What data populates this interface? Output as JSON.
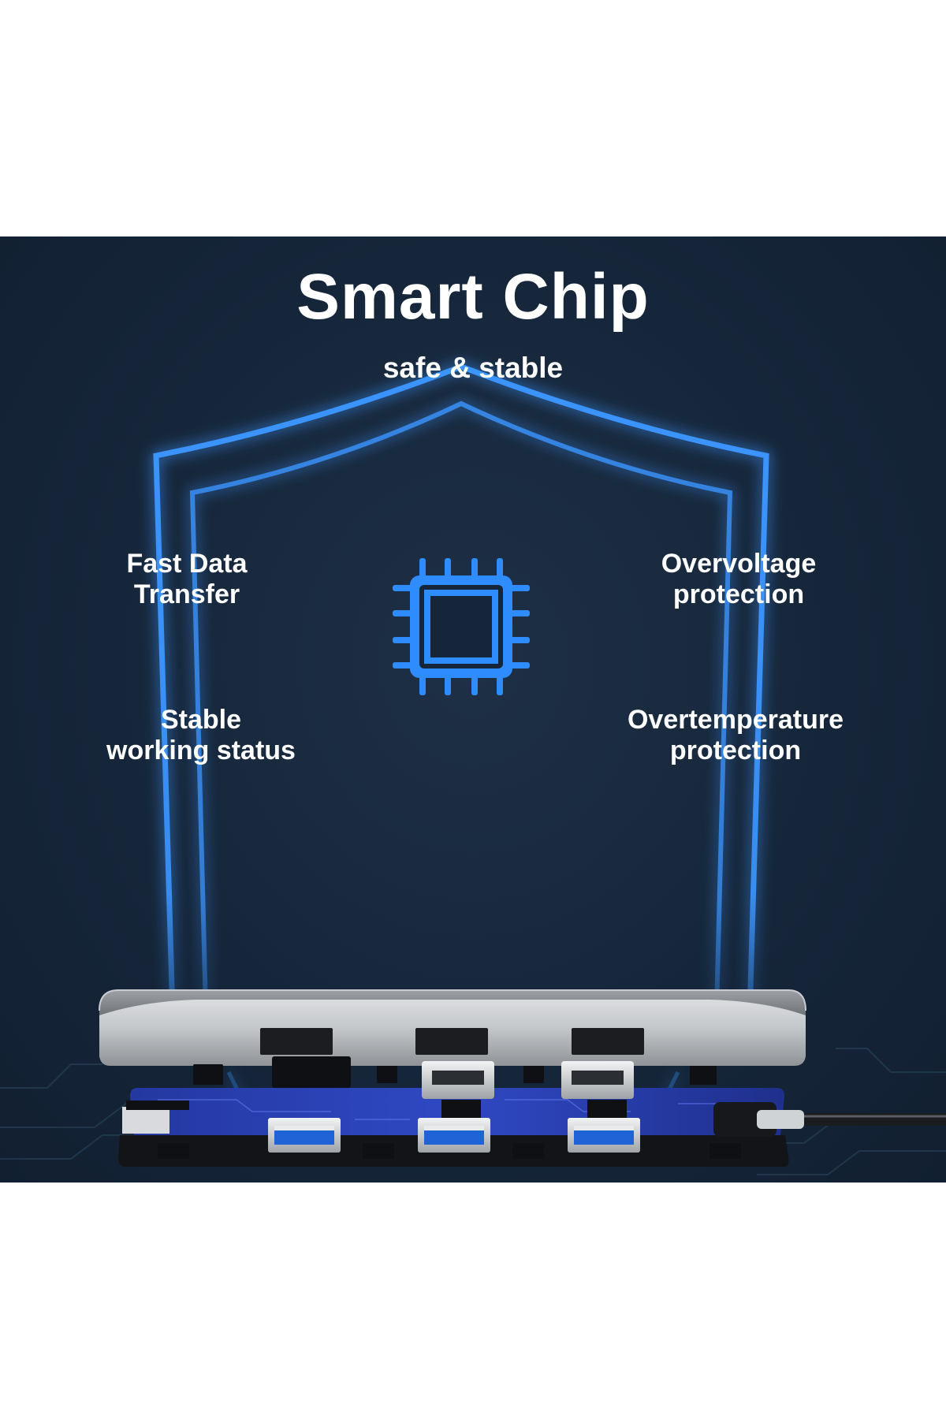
{
  "banner": {
    "title": "Smart Chip",
    "subtitle": "safe & stable",
    "features": {
      "fast_data": {
        "line1": "Fast Data",
        "line2": "Transfer"
      },
      "stable": {
        "line1": "Stable",
        "line2": "working status"
      },
      "overvoltage": {
        "line1": "Overvoltage",
        "line2": "protection"
      },
      "overtemperature": {
        "line1": "Overtemperature",
        "line2": "protection"
      }
    },
    "icons": {
      "chip": "chip-icon",
      "shield": "shield-outline-icon",
      "product": "usb-hub-illustration"
    },
    "colors": {
      "background": "#16263a",
      "shield_glow": "#2f8cff",
      "chip": "#2f8cff",
      "text": "#ffffff",
      "hub_shell": "#b9bcc0",
      "usb_port": "#1f63d6"
    }
  }
}
